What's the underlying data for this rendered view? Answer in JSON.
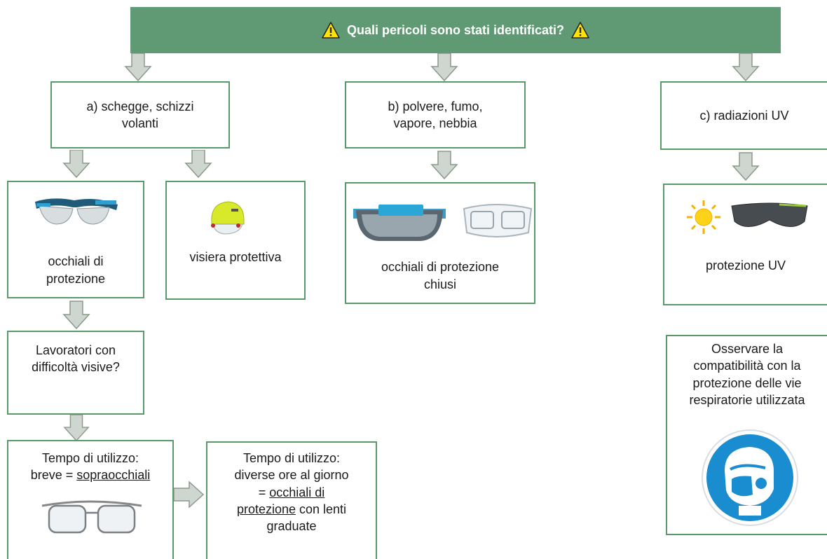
{
  "header": {
    "title": "Quali pericoli sono stati identificati?"
  },
  "hazards": {
    "a": "a) schegge, schizzi\nvolanti",
    "b": "b) polvere, fumo,\nvapore, nebbia",
    "c": "c) radiazioni UV"
  },
  "protection": {
    "glasses": "occhiali di\nprotezione",
    "visor": "visiera protettiva",
    "closed_goggles": "occhiali di protezione\nchiusi",
    "uv": "protezione UV"
  },
  "questions": {
    "vision": "Lavoratori con\ndifficoltà visive?"
  },
  "usage_short": {
    "line1": "Tempo di utilizzo:",
    "prefix": "breve = ",
    "link": "sopraocchiali"
  },
  "usage_long": {
    "line1": "Tempo di utilizzo:",
    "line2": "diverse ore al giorno",
    "prefix": "= ",
    "link1": "occhiali di",
    "link2": "protezione",
    "suffix": " con lenti",
    "line5": "graduate"
  },
  "respiratory_note": "Osservare la\ncompatibilità con la\nprotezione delle vie\nrespiratorie utilizzata",
  "colors": {
    "header_bg": "#5f9a74",
    "box_border": "#5a9a6a",
    "arrow_fill": "#cfd5cf",
    "arrow_stroke": "#8a9a8a",
    "sign_blue": "#1a8cd0"
  },
  "icons": [
    "warning-icon",
    "safety-glasses-icon",
    "helmet-visor-icon",
    "goggles-icon",
    "sun-icon",
    "respirator-sign-icon"
  ]
}
